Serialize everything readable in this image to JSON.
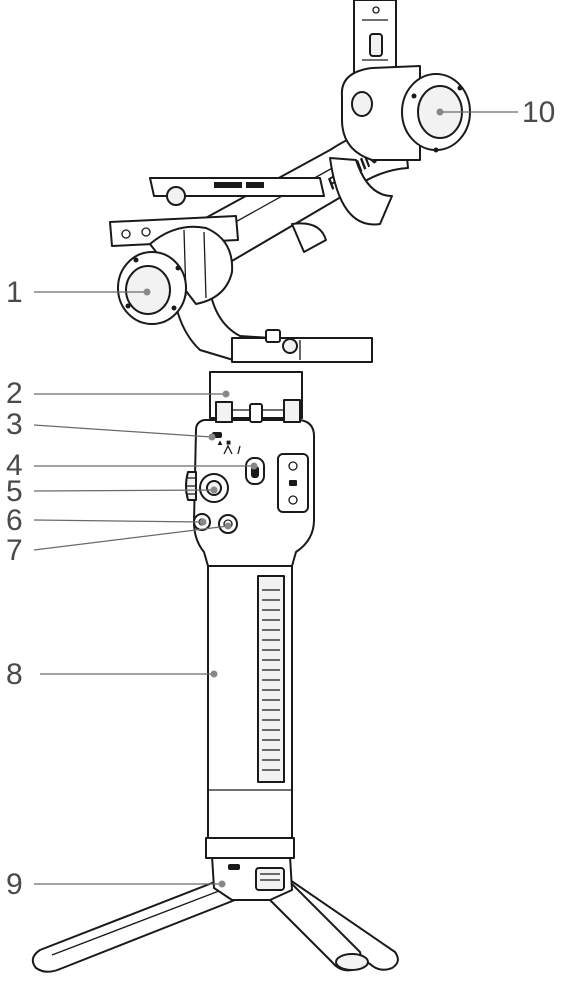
{
  "brand_text": "RONIN",
  "callouts": [
    {
      "number": "1"
    },
    {
      "number": "2"
    },
    {
      "number": "3"
    },
    {
      "number": "4"
    },
    {
      "number": "5"
    },
    {
      "number": "6"
    },
    {
      "number": "7"
    },
    {
      "number": "8"
    },
    {
      "number": "9"
    },
    {
      "number": "10"
    }
  ]
}
